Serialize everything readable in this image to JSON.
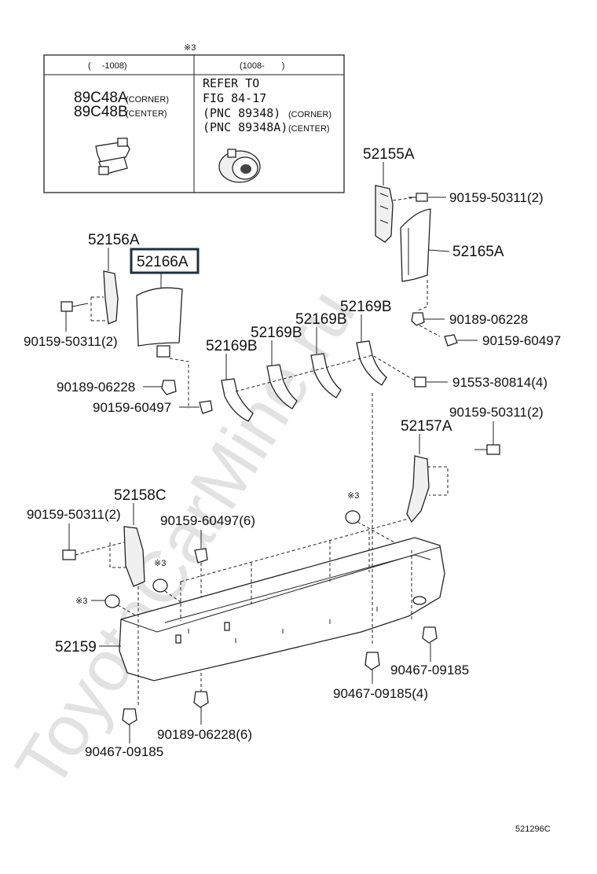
{
  "watermark": "ToyotaCarMine.ru",
  "diagram_id": "521296C",
  "table": {
    "note_mark": "※3",
    "col1_header": "(　 -1008)",
    "col2_header": "(1008-　　)",
    "col1_parts": [
      {
        "number": "89C48A",
        "note": "(CORNER)"
      },
      {
        "number": "89C48B",
        "note": "(CENTER)"
      }
    ],
    "col2_text": [
      "REFER TO",
      "FIG 84-17"
    ],
    "col2_parts": [
      {
        "number": "(PNC 89348)",
        "note": "(CORNER)"
      },
      {
        "number": "(PNC 89348A)",
        "note": "(CENTER)"
      }
    ]
  },
  "parts": {
    "p52155A": "52155A",
    "p52165A": "52165A",
    "p52156A": "52156A",
    "p52166A": "52166A",
    "p52169B_1": "52169B",
    "p52169B_2": "52169B",
    "p52169B_3": "52169B",
    "p52169B_4": "52169B",
    "p52157A": "52157A",
    "p52158C": "52158C",
    "p52159": "52159"
  },
  "fasteners": {
    "f_tr_bolt": "90159-50311(2)",
    "f_tr_clip": "90189-06228",
    "f_tr_screw": "90159-60497",
    "f_mid_bolt": "91553-80814(4)",
    "f_left_bolt": "90159-50311(2)",
    "f_left_clip": "90189-06228",
    "f_left_screw": "90159-60497",
    "f_r_bolt": "90159-50311(2)",
    "f_l_bolt2": "90159-50311(2)",
    "f_center_screw": "90159-60497(6)",
    "f_r_clip": "90467-09185",
    "f_bottom_clip": "90467-09185(4)",
    "f_bottom_clip2": "90189-06228(6)",
    "f_l_clip": "90467-09185"
  },
  "notes": {
    "n3_a": "※3",
    "n3_b": "※3",
    "n3_c": "※3"
  }
}
